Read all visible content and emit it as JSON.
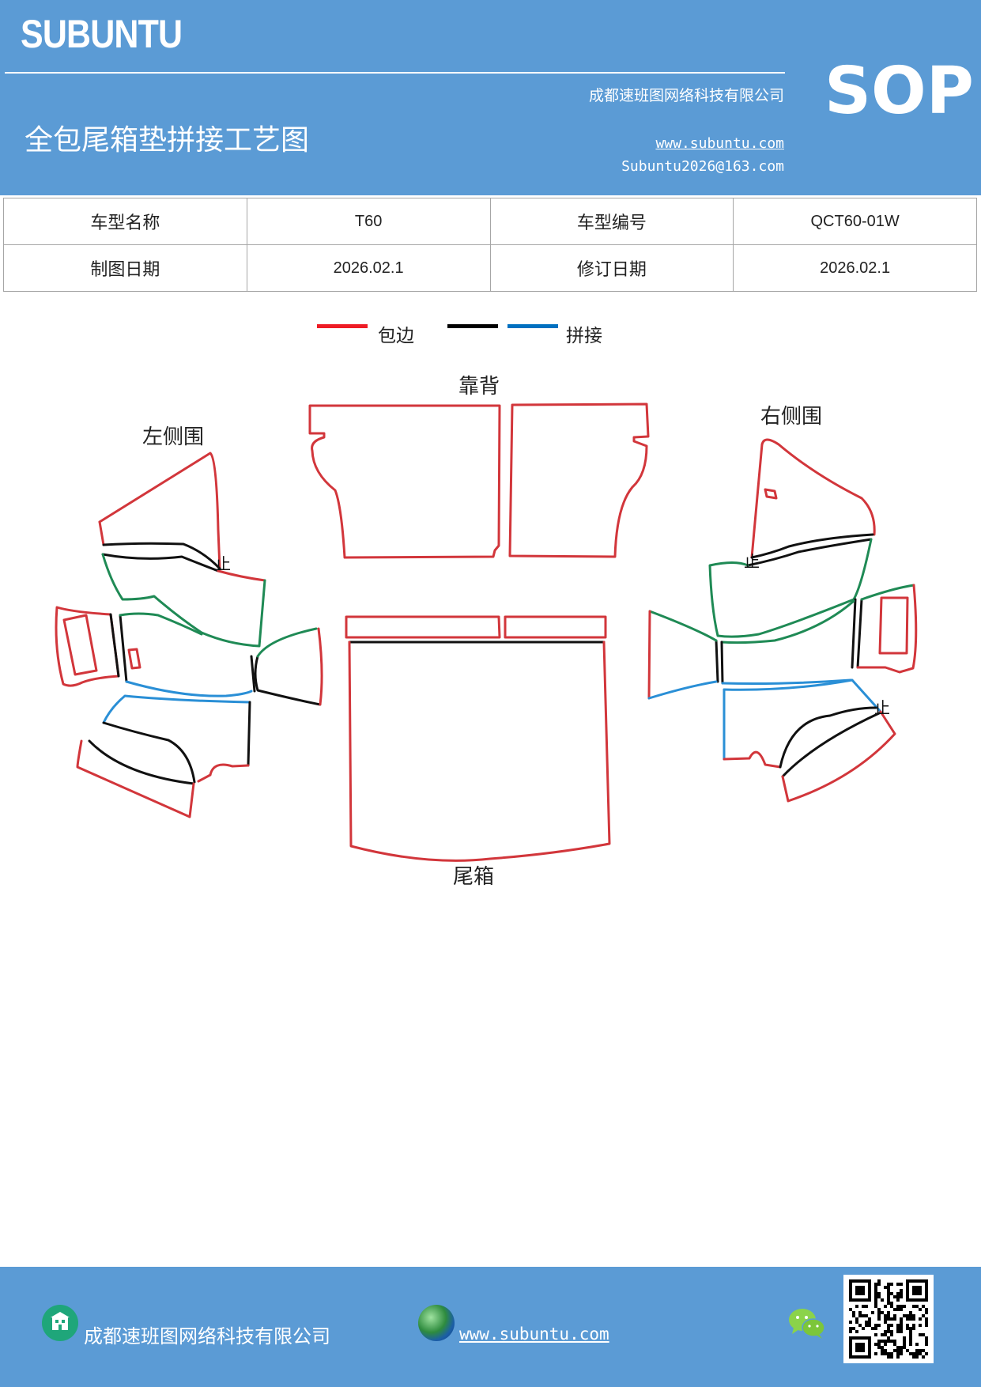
{
  "header": {
    "brand": "SUBUNTU",
    "company": "成都速班图网络科技有限公司",
    "title": "全包尾箱垫拼接工艺图",
    "website": "www.subuntu.com",
    "email": "Subuntu2026@163.com",
    "badge": "SOP"
  },
  "info_table": {
    "rows": [
      [
        "车型名称",
        "T60",
        "车型编号",
        "QCT60-01W"
      ],
      [
        "制图日期",
        "2026.02.1",
        "修订日期",
        "2026.02.1"
      ]
    ]
  },
  "legend": [
    {
      "label": "包边",
      "color": "#ee1c25"
    },
    {
      "label": "",
      "color": "#000000"
    },
    {
      "label": "拼接",
      "color": "#0070c0"
    }
  ],
  "diagram": {
    "labels": {
      "backrest": "靠背",
      "left_side": "左侧围",
      "right_side": "右侧围",
      "trunk": "尾箱",
      "stop_mark": "止"
    },
    "colors": {
      "edging": "#d2363b",
      "seam_black": "#111111",
      "seam_green": "#1f8a55",
      "seam_blue": "#2a8fd6"
    }
  },
  "footer": {
    "company": "成都速班图网络科技有限公司",
    "website": "www.subuntu.com",
    "icons": [
      "building-icon",
      "globe-icon",
      "wechat-icon",
      "qr-code"
    ]
  }
}
